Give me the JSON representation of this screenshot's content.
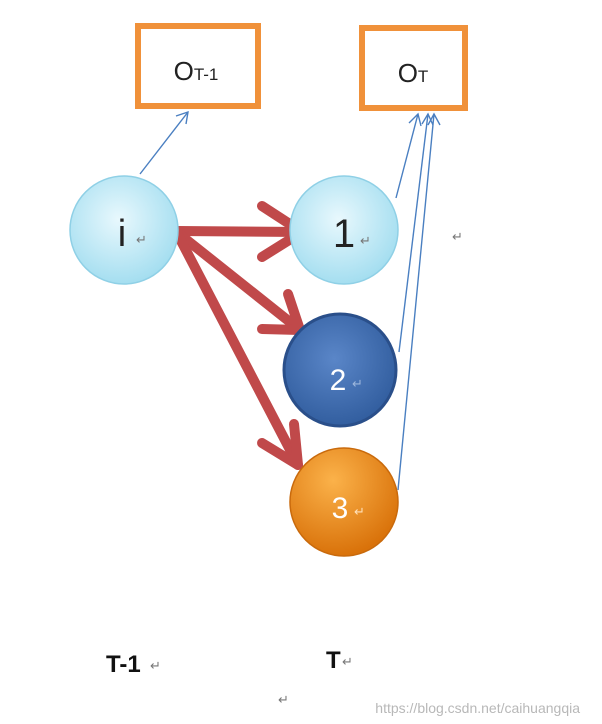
{
  "diagram": {
    "obs_prev": {
      "main": "O",
      "sub": "T-1"
    },
    "obs_curr": {
      "main": "O",
      "sub": "T"
    },
    "node_i": "i",
    "node_1": "1",
    "node_2": "2",
    "node_3": "3",
    "para_mark": "↵",
    "time_prev": "T-1",
    "time_curr": "T"
  },
  "watermark": "https://blog.csdn.net/caihuangqia",
  "colors": {
    "obs_border": "#f0913a",
    "light_node": "#bfe9f6",
    "dark_node": "#3d6ab0",
    "orange_node": "#ef8a16",
    "transition_arrow": "#c0494a",
    "emission_arrow": "#4a7fc1"
  }
}
